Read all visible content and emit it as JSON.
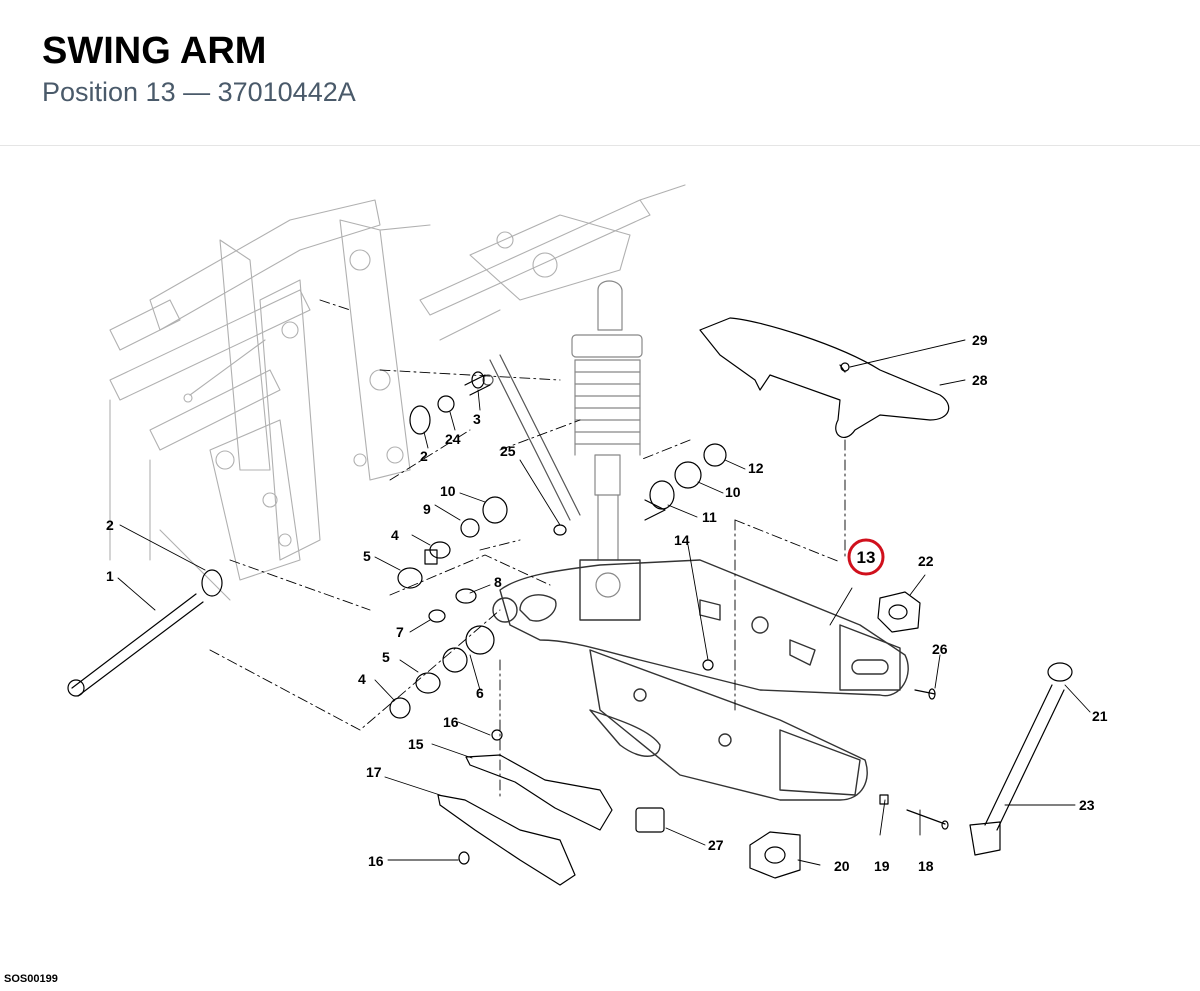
{
  "header": {
    "title": "SWING ARM",
    "subtitle": "Position 13 — 37010442A"
  },
  "footer": {
    "code": "SOS00199"
  },
  "highlight": {
    "label": "13",
    "color": "#d0101c"
  },
  "callouts": [
    "1",
    "2",
    "2",
    "3",
    "4",
    "4",
    "5",
    "5",
    "6",
    "7",
    "8",
    "9",
    "10",
    "10",
    "11",
    "12",
    "14",
    "15",
    "16",
    "16",
    "17",
    "18",
    "19",
    "20",
    "21",
    "22",
    "23",
    "24",
    "25",
    "26",
    "27",
    "28",
    "29"
  ]
}
